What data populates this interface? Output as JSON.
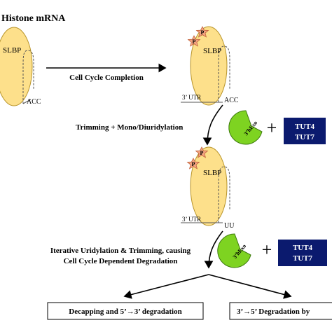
{
  "title": "Histone mRNA",
  "slbp_label": "SLBP",
  "phospho_label": "P",
  "end_acc": "ACC",
  "end_uu": "UU",
  "utr_label": "3’ UTR",
  "step1_label": "Cell Cycle Completion",
  "step2_label": "Trimming + Mono/Diuridylation",
  "step3_line1": "Iterative Uridylation & Trimming, causing",
  "step3_line2": "Cell Cycle Dependent Degradation",
  "enzyme_label": "3’hExo",
  "plus_sign": "+",
  "tut_line1": "TUT4",
  "tut_line2": "TUT7",
  "outcome_left": "Decapping and 5’→3’ degradation",
  "outcome_right": "3’→5’ Degradation by",
  "colors": {
    "slbp_fill": "#fde08b",
    "slbp_stroke": "#b8942a",
    "phospho_fill": "#f4a582",
    "phospho_stroke": "#c0603a",
    "enzyme_fill": "#7ed321",
    "enzyme_stroke": "#3d7a0e",
    "tut_fill": "#0b1a6e",
    "tut_text": "#ffffff"
  }
}
